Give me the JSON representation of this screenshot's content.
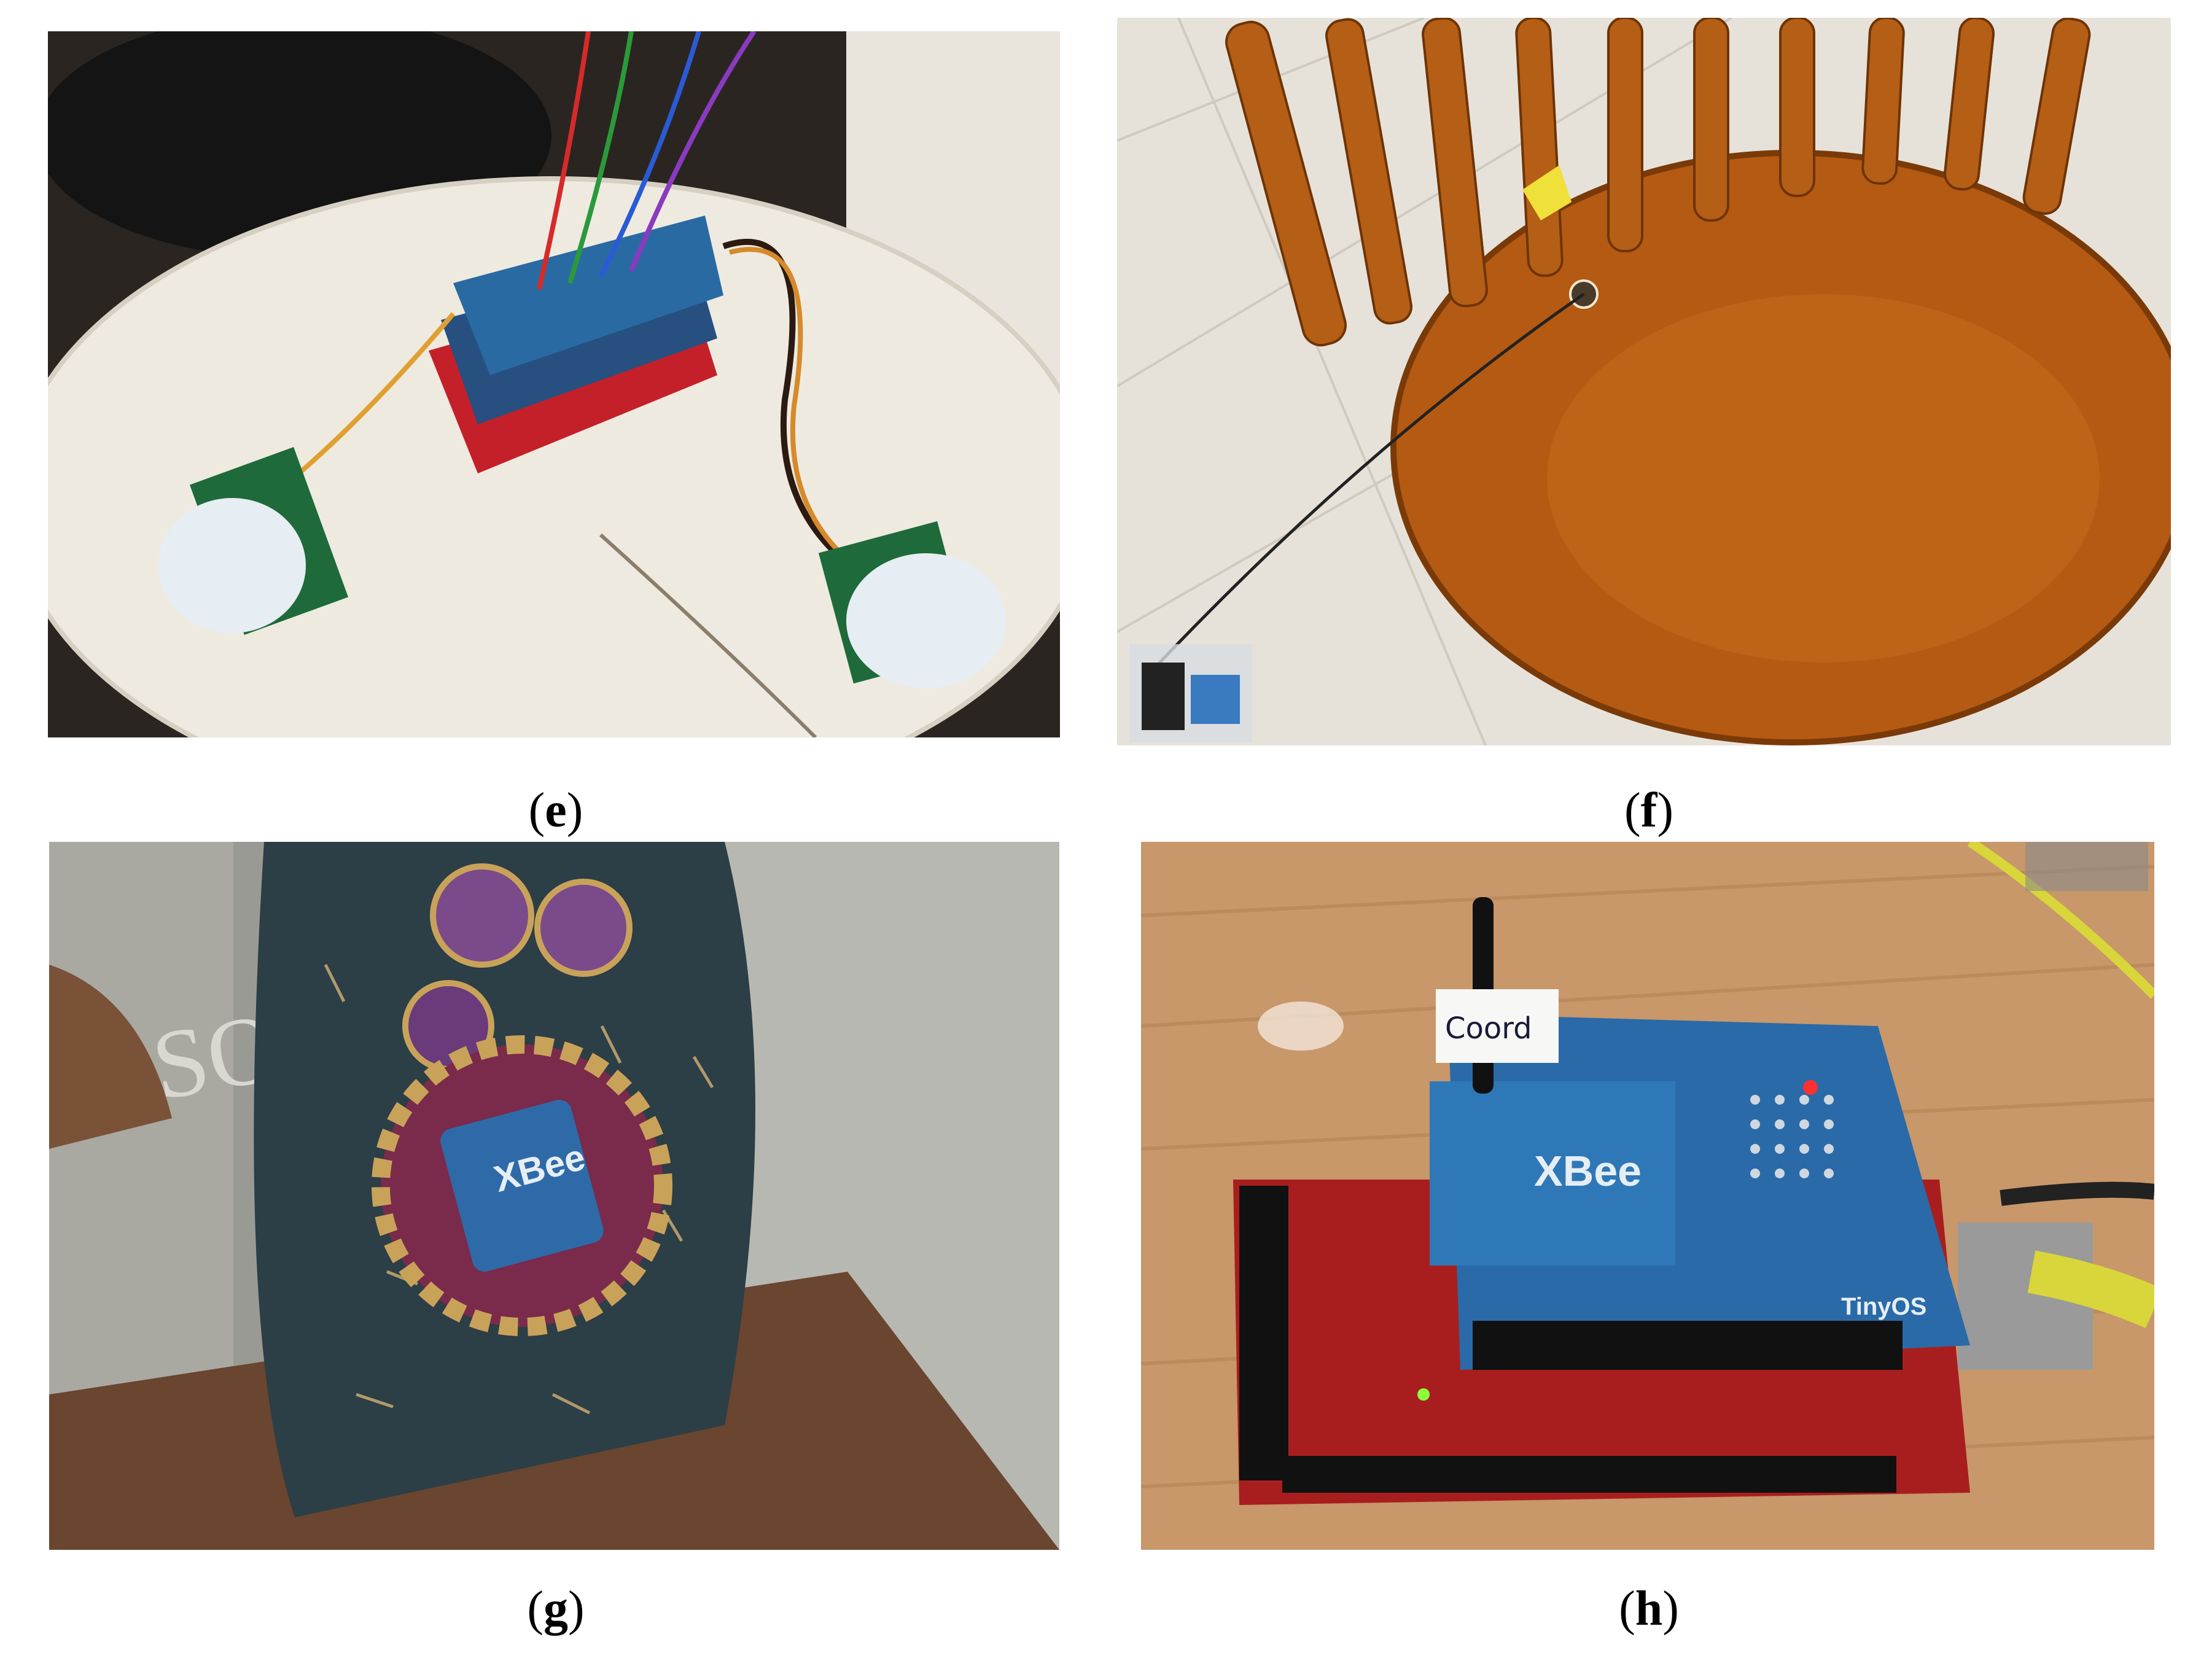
{
  "panels": [
    {
      "id": "e",
      "open": "(",
      "letter": "e",
      "close": ")",
      "subject": "Arduino board stack with two PIR motion sensors on a white round stool"
    },
    {
      "id": "f",
      "open": "(",
      "letter": "f",
      "close": ")",
      "subject": "Wooden chair seat with a small pressure sensor and wired battery box"
    },
    {
      "id": "g",
      "open": "(",
      "letter": "g",
      "close": ")",
      "subject": "Denim armband with sewn LilyPad boards and XBee module"
    },
    {
      "id": "h",
      "open": "(",
      "letter": "h",
      "close": ")",
      "subject": "Arduino Mega with XBee shield and antenna labeled Coord"
    }
  ],
  "photo_text": {
    "h_label": "Coord",
    "h_xbee": "XBee",
    "h_shield": "TinyOS",
    "g_xbee": "XBee"
  },
  "colors": {
    "caption": "#000000",
    "background": "#ffffff"
  }
}
